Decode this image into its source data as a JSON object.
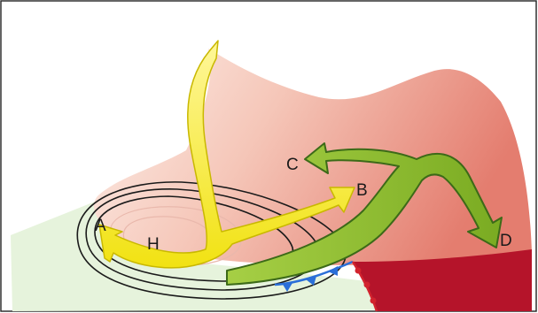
{
  "labels": {
    "a": "A",
    "b": "B",
    "c": "C",
    "d": "D",
    "h": "H"
  },
  "colors": {
    "frame": "#222222",
    "ground": "#e6f3dc",
    "sheet_light": "#fbe7e0",
    "sheet_mid": "#f0b4a6",
    "sheet_dark": "#e37c6e",
    "warm_sector": "#b5142a",
    "yellow_arrow": "#f6ea1c",
    "green_arrow": "#8bbc2c",
    "arrow_outline": "#3c6a18",
    "cold_front": "#2b6fd8",
    "warm_front": "#d2232e"
  }
}
